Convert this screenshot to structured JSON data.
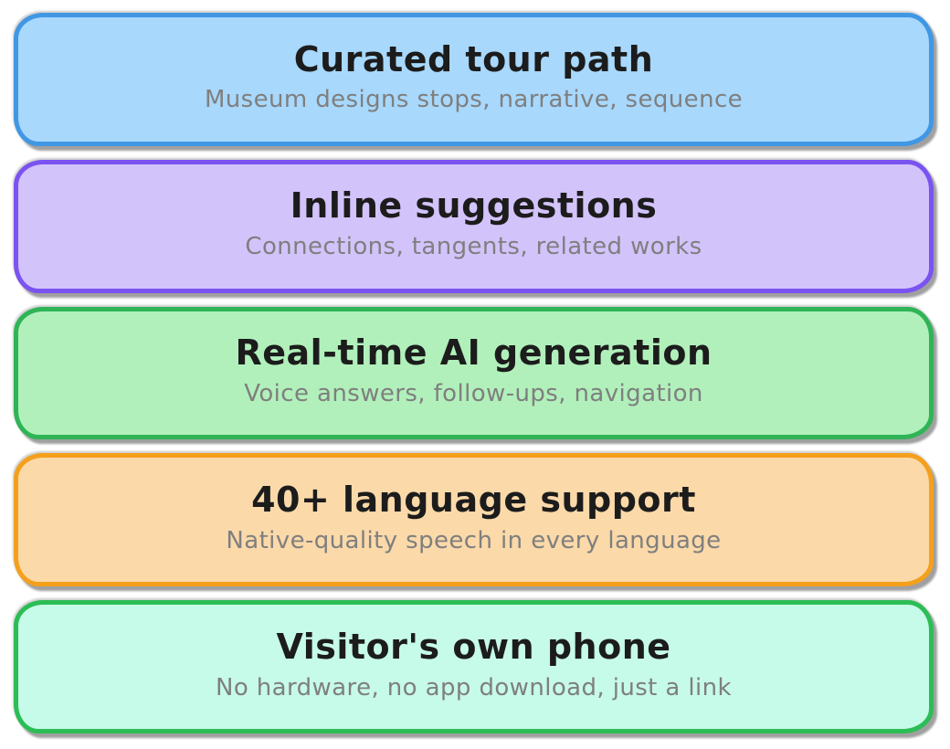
{
  "diagram": {
    "background_color": "#ffffff",
    "title_text_color": "#1c1c1c",
    "subtitle_text_color": "#7f7f7f",
    "shadow_color": "#808080",
    "cards": [
      {
        "title": "Curated tour path",
        "subtitle": "Museum designs stops, narrative, sequence",
        "fill_color": "#a8d8fc",
        "border_color": "#4097e4"
      },
      {
        "title": "Inline suggestions",
        "subtitle": "Connections, tangents, related works",
        "fill_color": "#d3c3fb",
        "border_color": "#7a53f1"
      },
      {
        "title": "Real-time AI generation",
        "subtitle": "Voice answers, follow-ups, navigation",
        "fill_color": "#b1f0bb",
        "border_color": "#2fb456"
      },
      {
        "title": "40+ language support",
        "subtitle": "Native-quality speech in every language",
        "fill_color": "#fbd9a9",
        "border_color": "#f4a01c"
      },
      {
        "title": "Visitor's own phone",
        "subtitle": "No hardware, no app download, just a link",
        "fill_color": "#c6fae9",
        "border_color": "#2cbd55"
      }
    ]
  }
}
